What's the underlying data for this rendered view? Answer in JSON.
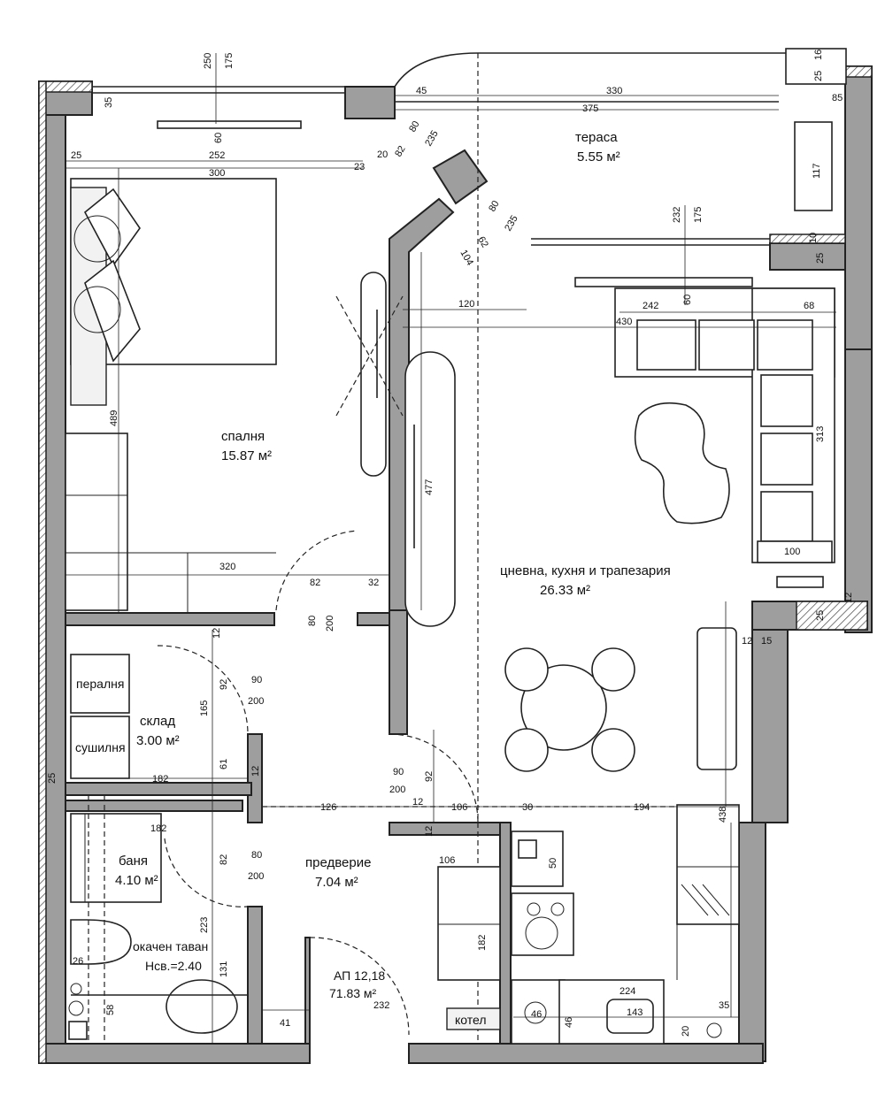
{
  "rooms": {
    "terrace": {
      "name": "тераса",
      "area": "5.55 м²"
    },
    "bedroom": {
      "name": "спалня",
      "area": "15.87 м²"
    },
    "living": {
      "name": "цневна, кухня и трапезария",
      "area": "26.33 м²"
    },
    "storage": {
      "name": "склад",
      "area": "3.00 м²"
    },
    "bath": {
      "name": "баня",
      "area": "4.10 м²"
    },
    "hall": {
      "name": "предверие",
      "area": "7.04 м²"
    }
  },
  "labels": {
    "laundry": "пералня",
    "dryer": "сушилня",
    "ceiling": "окачен таван",
    "ceiling_height": "Нсв.=2.40",
    "boiler": "котел",
    "apartment": "АП 12,18",
    "apartment_area": "71.83 м²",
    "apartment_area_suffix": "232"
  },
  "dimensions": {
    "top_250": "250",
    "top_175": "175",
    "top_35": "35",
    "top_60": "60",
    "bed_25": "25",
    "bed_252": "252",
    "bed_300": "300",
    "bed_23": "23",
    "w_80a": "80",
    "w_235a": "235",
    "w_20": "20",
    "w_82a": "82",
    "ter_45": "45",
    "ter_330": "330",
    "ter_375": "375",
    "ter_25a": "25",
    "ter_16": "16",
    "ter_85": "85",
    "ter_117": "117",
    "w_80b": "80",
    "w_235b": "235",
    "w_62": "62",
    "w_104": "104",
    "lv_232": "232",
    "lv_175": "175",
    "lv_60": "60",
    "lv_10": "10",
    "lv_25": "25",
    "lv_120": "120",
    "lv_242": "242",
    "lv_68": "68",
    "lv_430": "430",
    "lv_313": "313",
    "lv_100": "100",
    "lv_12a": "12",
    "lv_25b": "25",
    "bed_489": "489",
    "bed_477": "477",
    "bed_320": "320",
    "bed_82": "82",
    "bed_32": "32",
    "door_80a": "80",
    "door_200a": "200",
    "st_12": "12",
    "st_92": "92",
    "st_165": "165",
    "st_61": "61",
    "door_90a": "90",
    "door_200b": "200",
    "st_182": "182",
    "st_25": "25",
    "st_12b": "12",
    "door_90b": "90",
    "door_200c": "200",
    "hall_12": "12",
    "hall_92": "92",
    "hall_126": "126",
    "hall_106a": "106",
    "hall_30": "30",
    "hall_194": "194",
    "lv_12b": "12",
    "lv_15": "15",
    "lv_438": "438",
    "b_182": "182",
    "b_82": "82",
    "b_223": "223",
    "b_131": "131",
    "b_26": "26",
    "b_58": "58",
    "door_80b": "80",
    "door_200d": "200",
    "h_12": "12",
    "h_106": "106",
    "h_182": "182",
    "h_41": "41",
    "k_50": "50",
    "k_224": "224",
    "k_143": "143",
    "k_46a": "46",
    "k_46b": "46",
    "k_35": "35",
    "k_20": "20"
  }
}
